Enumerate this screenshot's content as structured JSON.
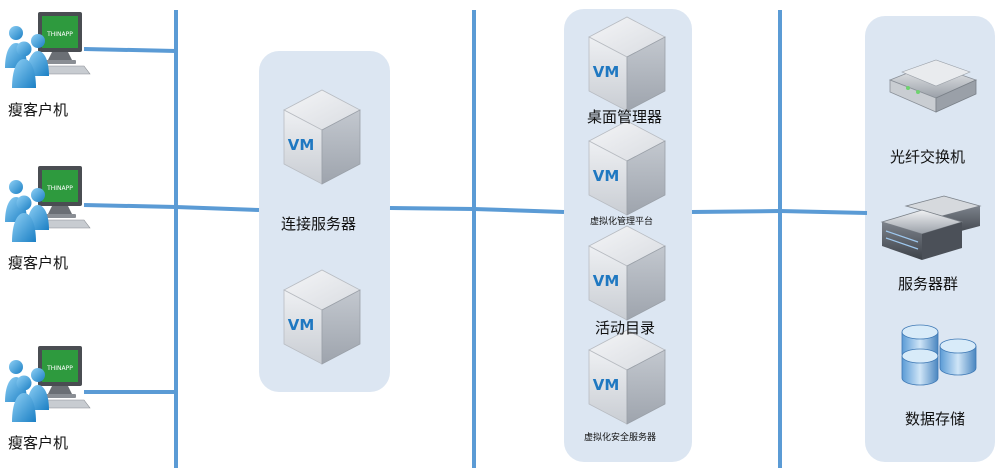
{
  "colors": {
    "line": "#5b9bd5",
    "panel": "#dce6f2",
    "vm_face": "#d7dade",
    "vm_text": "#1f78c1",
    "monitor_screen": "#2e9a3e",
    "user_blue": "#2a93d5"
  },
  "thin_clients": [
    {
      "label": "瘦客户机",
      "screen_text": "THINAPP"
    },
    {
      "label": "瘦客户机",
      "screen_text": "THINAPP"
    },
    {
      "label": "瘦客户机",
      "screen_text": "THINAPP"
    }
  ],
  "connection_servers": {
    "label": "连接服务器",
    "vms": [
      {
        "text": "VM"
      },
      {
        "text": "VM"
      }
    ]
  },
  "management_vms": [
    {
      "text": "VM",
      "label": "桌面管理器"
    },
    {
      "text": "VM",
      "label": "虚拟化管理平台"
    },
    {
      "text": "VM",
      "label": "活动目录"
    },
    {
      "text": "VM",
      "label": "虚拟化安全服务器"
    }
  ],
  "infrastructure": [
    {
      "label": "光纤交换机",
      "icon": "fiber-switch-icon"
    },
    {
      "label": "服务器群",
      "icon": "server-cluster-icon"
    },
    {
      "label": "数据存储",
      "icon": "database-icon"
    }
  ]
}
